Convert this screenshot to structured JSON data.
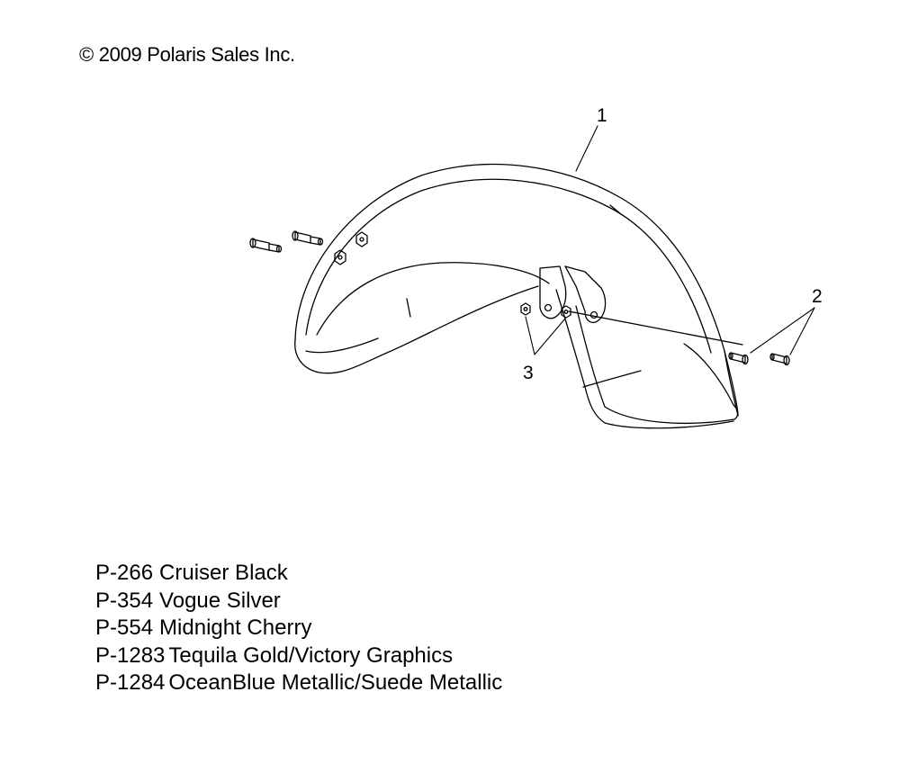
{
  "copyright": "© 2009 Polaris Sales Inc.",
  "callouts": {
    "part1": "1",
    "part2": "2",
    "part3": "3"
  },
  "paint_codes": [
    {
      "code": "P-266",
      "name": "Cruiser Black"
    },
    {
      "code": "P-354",
      "name": "Vogue Silver"
    },
    {
      "code": "P-554",
      "name": "Midnight Cherry"
    },
    {
      "code": "P-1283",
      "name": "Tequila Gold/Victory Graphics"
    },
    {
      "code": "P-1284",
      "name": "OceanBlue Metallic/Suede Metallic"
    }
  ]
}
